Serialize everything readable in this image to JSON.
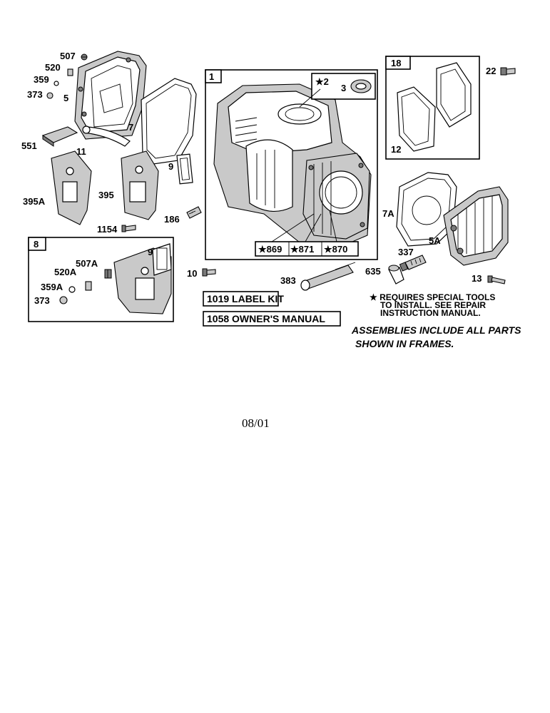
{
  "frames": {
    "f1": "1",
    "f8": "8",
    "f18": "18"
  },
  "callouts": {
    "c507": "507",
    "c520": "520",
    "c359": "359",
    "c373": "373",
    "c5": "5",
    "c551": "551",
    "c11": "11",
    "c7": "7",
    "c9a": "9",
    "c395a": "395A",
    "c395": "395",
    "c186": "186",
    "c1154": "1154",
    "c9b": "9",
    "c507a": "507A",
    "c520a": "520A",
    "c359a": "359A",
    "c373b": "373",
    "c10": "10",
    "c2": "★2",
    "c3": "3",
    "c869": "★869",
    "c871": "★871",
    "c870": "★870",
    "c383": "383",
    "c22": "22",
    "c12": "12",
    "c7a": "7A",
    "c5a": "5A",
    "c337": "337",
    "c635": "635",
    "c13": "13"
  },
  "kits": {
    "label_kit": "1019 LABEL KIT",
    "owners_manual": "1058 OWNER'S MANUAL"
  },
  "notes": {
    "special_tools_1": "★ REQUIRES SPECIAL TOOLS",
    "special_tools_2": "TO INSTALL.  SEE REPAIR",
    "special_tools_3": "INSTRUCTION MANUAL.",
    "assemblies_1": "ASSEMBLIES INCLUDE ALL PARTS",
    "assemblies_2": "SHOWN IN FRAMES."
  },
  "footer": {
    "date": "08/01"
  }
}
